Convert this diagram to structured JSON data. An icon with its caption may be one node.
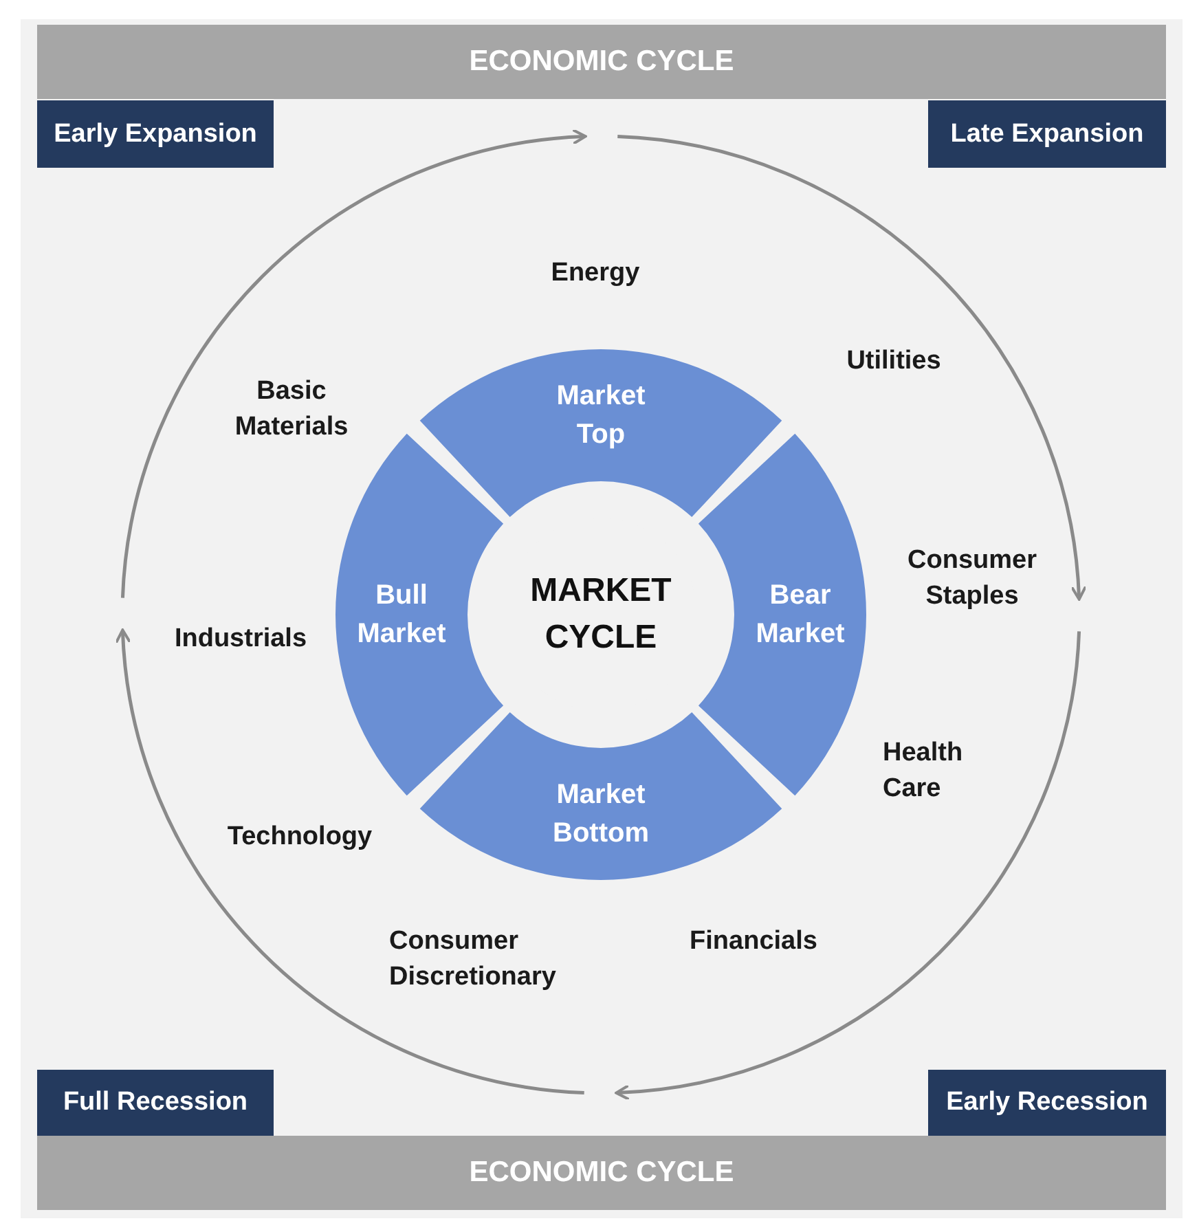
{
  "diagram": {
    "nodes": [
      {
        "text": [
          "ECONOMIC CYCLE"
        ]
      },
      {
        "text": [
          "Early Expansion"
        ]
      },
      {
        "text": [
          "Late Expansion"
        ]
      },
      {
        "text": [
          "Market Top"
        ]
      },
      {
        "text": [
          "Bull Market"
        ]
      },
      {
        "text": [
          "MARKET CYCLE"
        ]
      },
      {
        "text": [
          "Bear Market"
        ]
      },
      {
        "text": [
          "Market Bottom"
        ]
      },
      {
        "text": [
          "Full Recession"
        ]
      },
      {
        "text": [
          "Early Recession"
        ]
      },
      {
        "text": [
          "ECONOMIC CYCLE"
        ]
      }
    ],
    "labels": [
      "Energy",
      "Utilities",
      "Basic Materials",
      "Consumer Staples",
      "Industrials",
      "Health Care",
      "Technology",
      "Consumer Discretionary",
      "Financials"
    ]
  }
}
